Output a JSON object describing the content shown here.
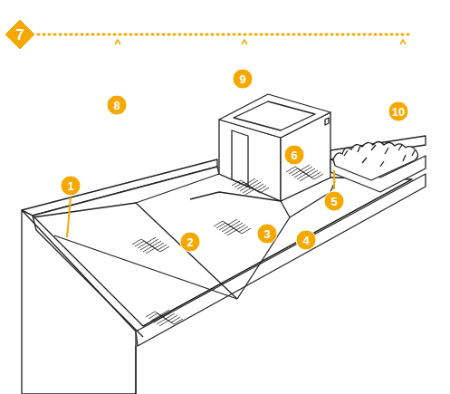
{
  "diagram": {
    "labels": [
      "7",
      "1",
      "2",
      "3",
      "4",
      "5",
      "6",
      "8",
      "9",
      "10"
    ]
  }
}
